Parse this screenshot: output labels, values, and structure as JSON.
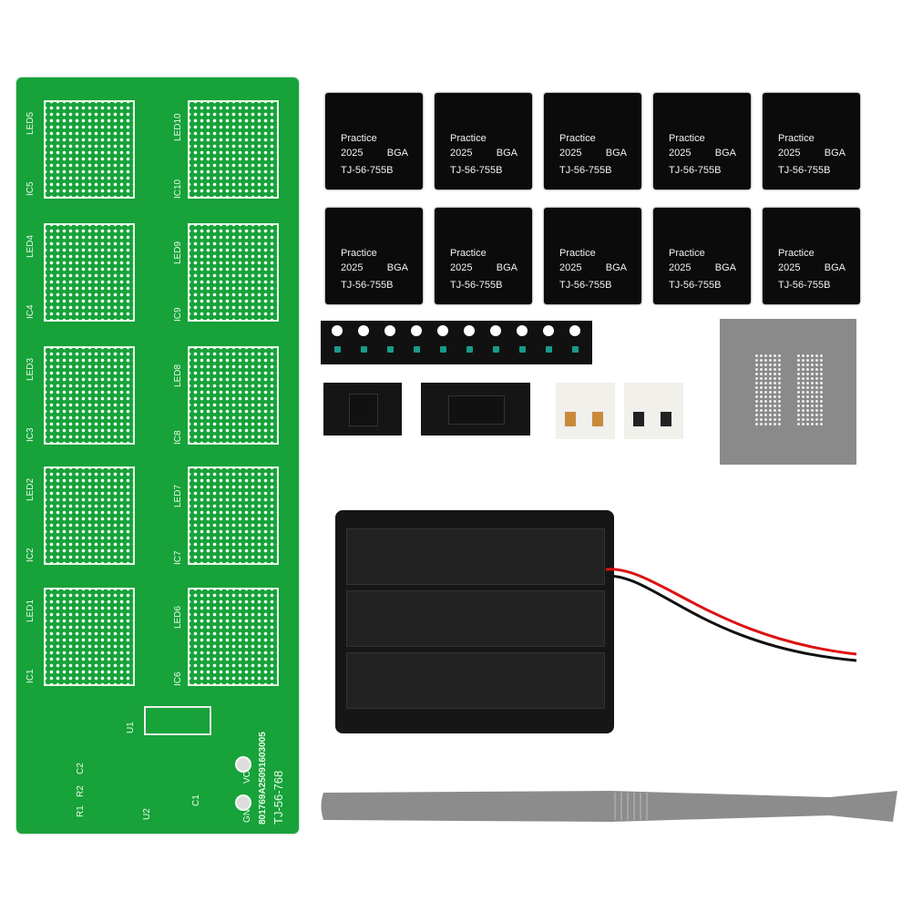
{
  "pcb": {
    "left_labels": [
      {
        "led": "LED5",
        "ic": "IC5"
      },
      {
        "led": "LED4",
        "ic": "IC4"
      },
      {
        "led": "LED3",
        "ic": "IC3"
      },
      {
        "led": "LED2",
        "ic": "IC2"
      },
      {
        "led": "LED1",
        "ic": "IC1"
      }
    ],
    "right_labels": [
      {
        "led": "LED10",
        "ic": "IC10"
      },
      {
        "led": "LED9",
        "ic": "IC9"
      },
      {
        "led": "LED8",
        "ic": "IC8"
      },
      {
        "led": "LED7",
        "ic": "IC7"
      },
      {
        "led": "LED6",
        "ic": "IC6"
      }
    ],
    "u1": "U1",
    "u2": "U2",
    "c1": "C1",
    "c2": "C2",
    "r1": "R1",
    "r2": "R2",
    "vcc": "VCC",
    "gnd": "GND",
    "serial": "801769A25091603005",
    "model": "TJ-56-768"
  },
  "chips": [
    {
      "line1": "Practice",
      "year": "2025",
      "type": "BGA",
      "code": "TJ-56-755B"
    },
    {
      "line1": "Practice",
      "year": "2025",
      "type": "BGA",
      "code": "TJ-56-755B"
    },
    {
      "line1": "Practice",
      "year": "2025",
      "type": "BGA",
      "code": "TJ-56-755B"
    },
    {
      "line1": "Practice",
      "year": "2025",
      "type": "BGA",
      "code": "TJ-56-755B"
    },
    {
      "line1": "Practice",
      "year": "2025",
      "type": "BGA",
      "code": "TJ-56-755B"
    },
    {
      "line1": "Practice",
      "year": "2025",
      "type": "BGA",
      "code": "TJ-56-755B"
    },
    {
      "line1": "Practice",
      "year": "2025",
      "type": "BGA",
      "code": "TJ-56-755B"
    },
    {
      "line1": "Practice",
      "year": "2025",
      "type": "BGA",
      "code": "TJ-56-755B"
    },
    {
      "line1": "Practice",
      "year": "2025",
      "type": "BGA",
      "code": "TJ-56-755B"
    },
    {
      "line1": "Practice",
      "year": "2025",
      "type": "BGA",
      "code": "TJ-56-755B"
    }
  ],
  "colors": {
    "pcb": "#17a23a",
    "chip": "#0b0b0b",
    "stencil": "#8a8a8a",
    "spatula": "#8c8c8c"
  }
}
